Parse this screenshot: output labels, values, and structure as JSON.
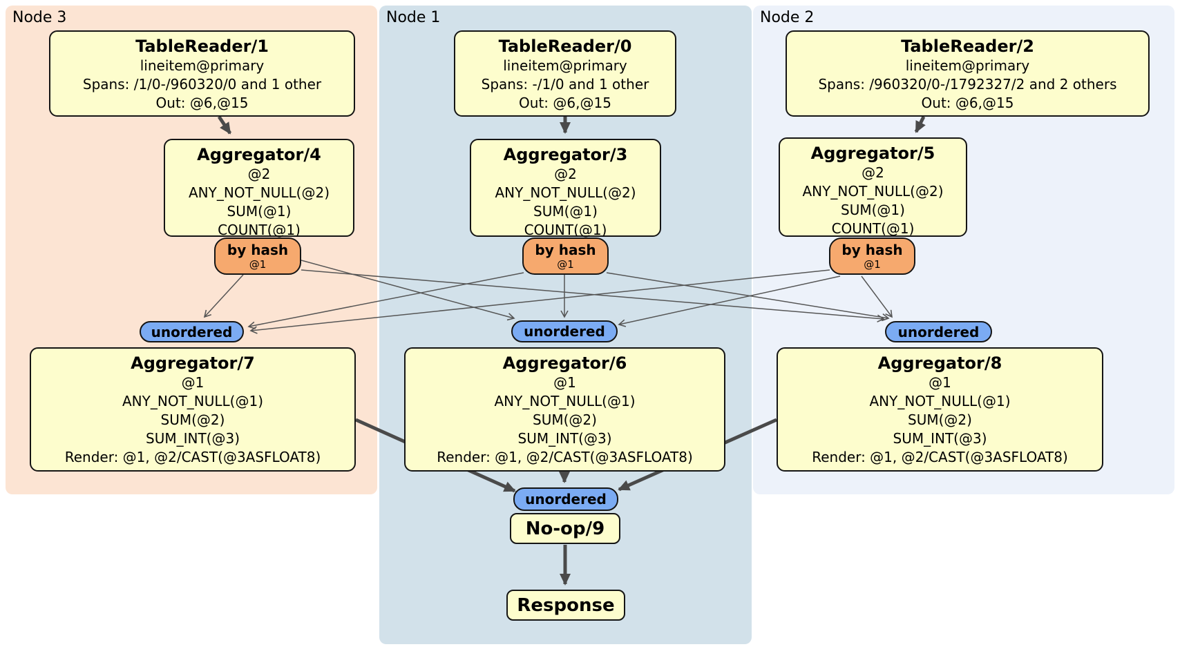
{
  "diagram": {
    "node_groups": [
      {
        "label": "Node 3"
      },
      {
        "label": "Node 1"
      },
      {
        "label": "Node 2"
      }
    ],
    "processors": {
      "tablereader1": {
        "title": "TableReader/1",
        "lines": [
          "lineitem@primary",
          "Spans: /1/0-/960320/0 and 1 other",
          "Out: @6,@15"
        ]
      },
      "tablereader0": {
        "title": "TableReader/0",
        "lines": [
          "lineitem@primary",
          "Spans: -/1/0 and 1 other",
          "Out: @6,@15"
        ]
      },
      "tablereader2": {
        "title": "TableReader/2",
        "lines": [
          "lineitem@primary",
          "Spans: /960320/0-/1792327/2 and 2 others",
          "Out: @6,@15"
        ]
      },
      "aggregator4": {
        "title": "Aggregator/4",
        "lines": [
          "@2",
          "ANY_NOT_NULL(@2)",
          "SUM(@1)",
          "COUNT(@1)"
        ]
      },
      "aggregator3": {
        "title": "Aggregator/3",
        "lines": [
          "@2",
          "ANY_NOT_NULL(@2)",
          "SUM(@1)",
          "COUNT(@1)"
        ]
      },
      "aggregator5": {
        "title": "Aggregator/5",
        "lines": [
          "@2",
          "ANY_NOT_NULL(@2)",
          "SUM(@1)",
          "COUNT(@1)"
        ]
      },
      "aggregator7": {
        "title": "Aggregator/7",
        "lines": [
          "@1",
          "ANY_NOT_NULL(@1)",
          "SUM(@2)",
          "SUM_INT(@3)",
          "Render: @1, @2/CAST(@3ASFLOAT8)"
        ]
      },
      "aggregator6": {
        "title": "Aggregator/6",
        "lines": [
          "@1",
          "ANY_NOT_NULL(@1)",
          "SUM(@2)",
          "SUM_INT(@3)",
          "Render: @1, @2/CAST(@3ASFLOAT8)"
        ]
      },
      "aggregator8": {
        "title": "Aggregator/8",
        "lines": [
          "@1",
          "ANY_NOT_NULL(@1)",
          "SUM(@2)",
          "SUM_INT(@3)",
          "Render: @1, @2/CAST(@3ASFLOAT8)"
        ]
      },
      "noop": {
        "title": "No-op/9"
      },
      "response": {
        "title": "Response"
      }
    },
    "router": {
      "label": "by hash",
      "key": "@1"
    },
    "sync": {
      "label": "unordered"
    },
    "colors": {
      "node3-bg": "#fce4d3",
      "node1-bg": "#d2e1ea",
      "node2-bg": "#edf2fa",
      "box-bg": "#fdfdcd",
      "box-border": "#141414",
      "router-bg": "#f6a96e",
      "sync-bg": "#7babf3",
      "edge-thin": "#555555",
      "edge-thick": "#4a4a4a"
    }
  }
}
